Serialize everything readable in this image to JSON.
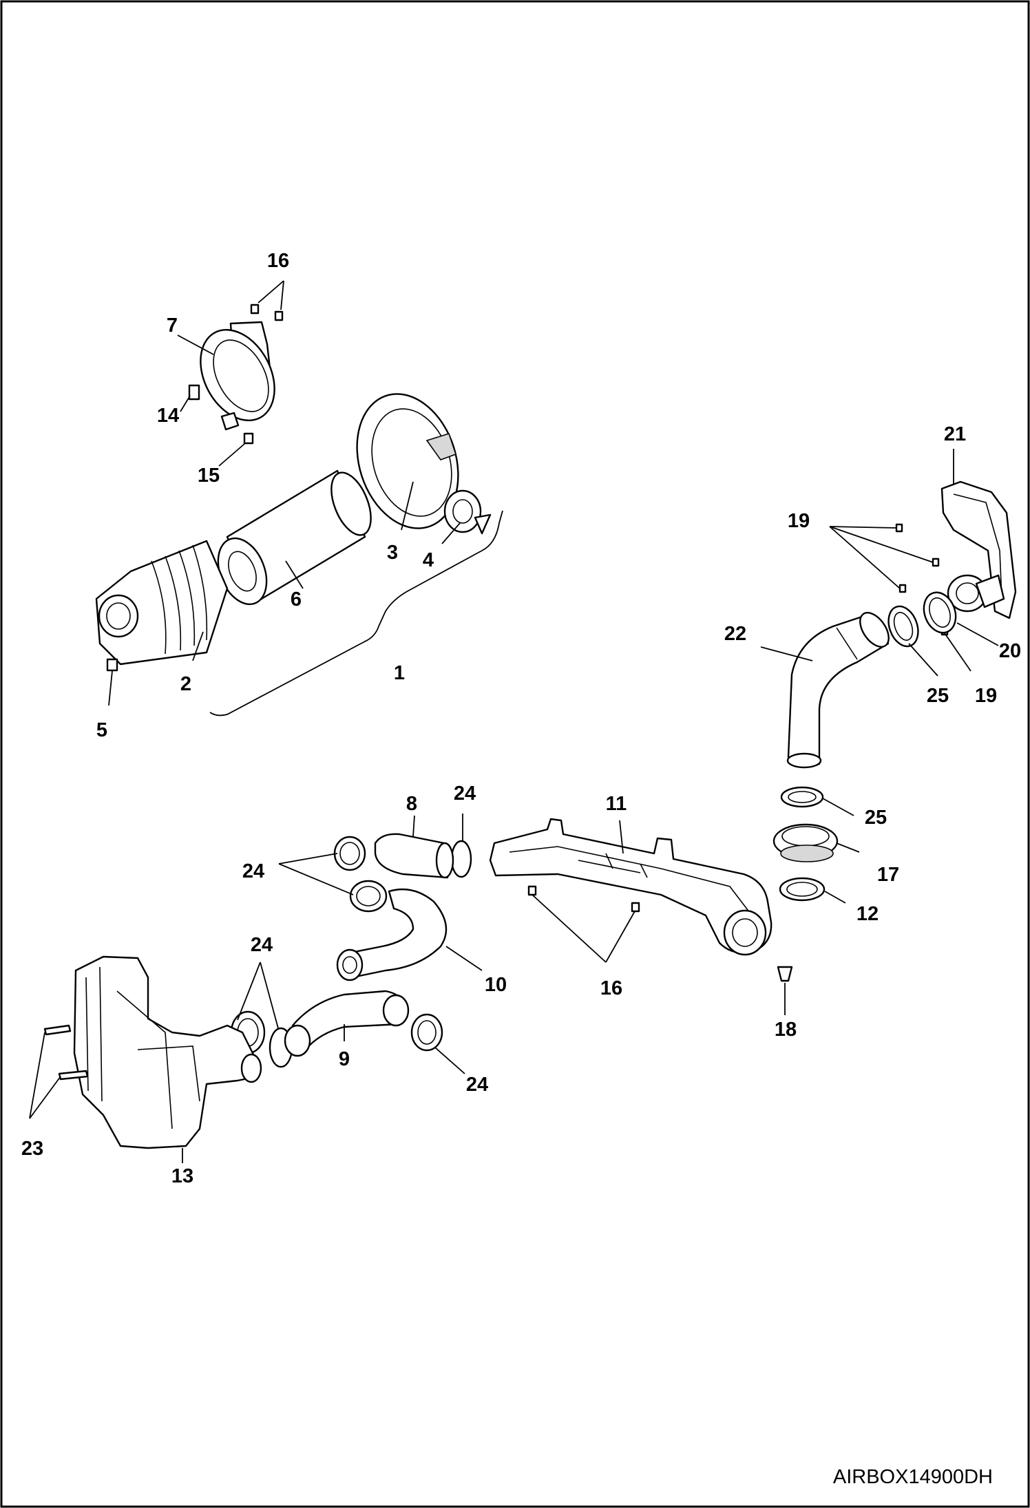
{
  "diagram_code": "AIRBOX14900DH",
  "callouts": {
    "c1": "1",
    "c2": "2",
    "c3": "3",
    "c4": "4",
    "c5": "5",
    "c6": "6",
    "c7": "7",
    "c8": "8",
    "c9": "9",
    "c10": "10",
    "c11": "11",
    "c12": "12",
    "c13": "13",
    "c14": "14",
    "c15": "15",
    "c16a": "16",
    "c16b": "16",
    "c17": "17",
    "c18": "18",
    "c19a": "19",
    "c19b": "19",
    "c20": "20",
    "c21": "21",
    "c22": "22",
    "c23": "23",
    "c24a": "24",
    "c24b": "24",
    "c24c": "24",
    "c24d": "24",
    "c25a": "25",
    "c25b": "25"
  }
}
